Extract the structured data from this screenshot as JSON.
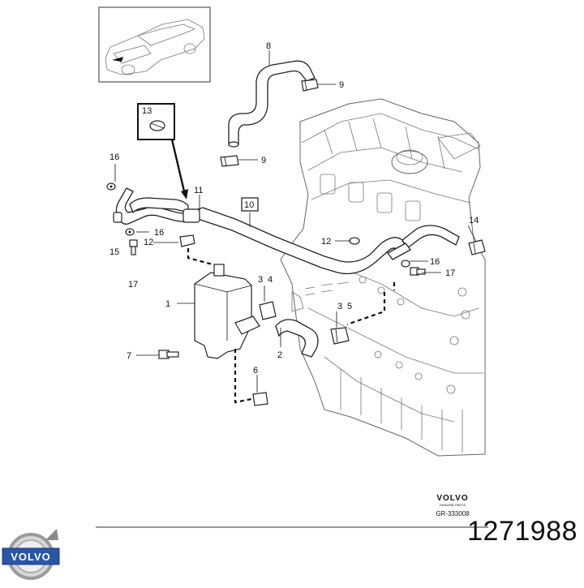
{
  "callouts": {
    "c1": "1",
    "c2": "2",
    "c3a": "3",
    "c3b": "3",
    "c4": "4",
    "c5": "5",
    "c6": "6",
    "c7": "7",
    "c8": "8",
    "c9a": "9",
    "c9b": "9",
    "c10": "10",
    "c11": "11",
    "c12a": "12",
    "c12b": "12",
    "c13": "13",
    "c14": "14",
    "c15": "15",
    "c16a": "16",
    "c16b": "16",
    "c16c": "16",
    "c17a": "17",
    "c17b": "17"
  },
  "brand_stamp": {
    "name": "VOLVO",
    "subtitle": "GENUINE PARTS",
    "code": "GR-333008"
  },
  "logo": {
    "text": "VOLVO",
    "color": "#2a56a6"
  },
  "part_number": "1271988"
}
